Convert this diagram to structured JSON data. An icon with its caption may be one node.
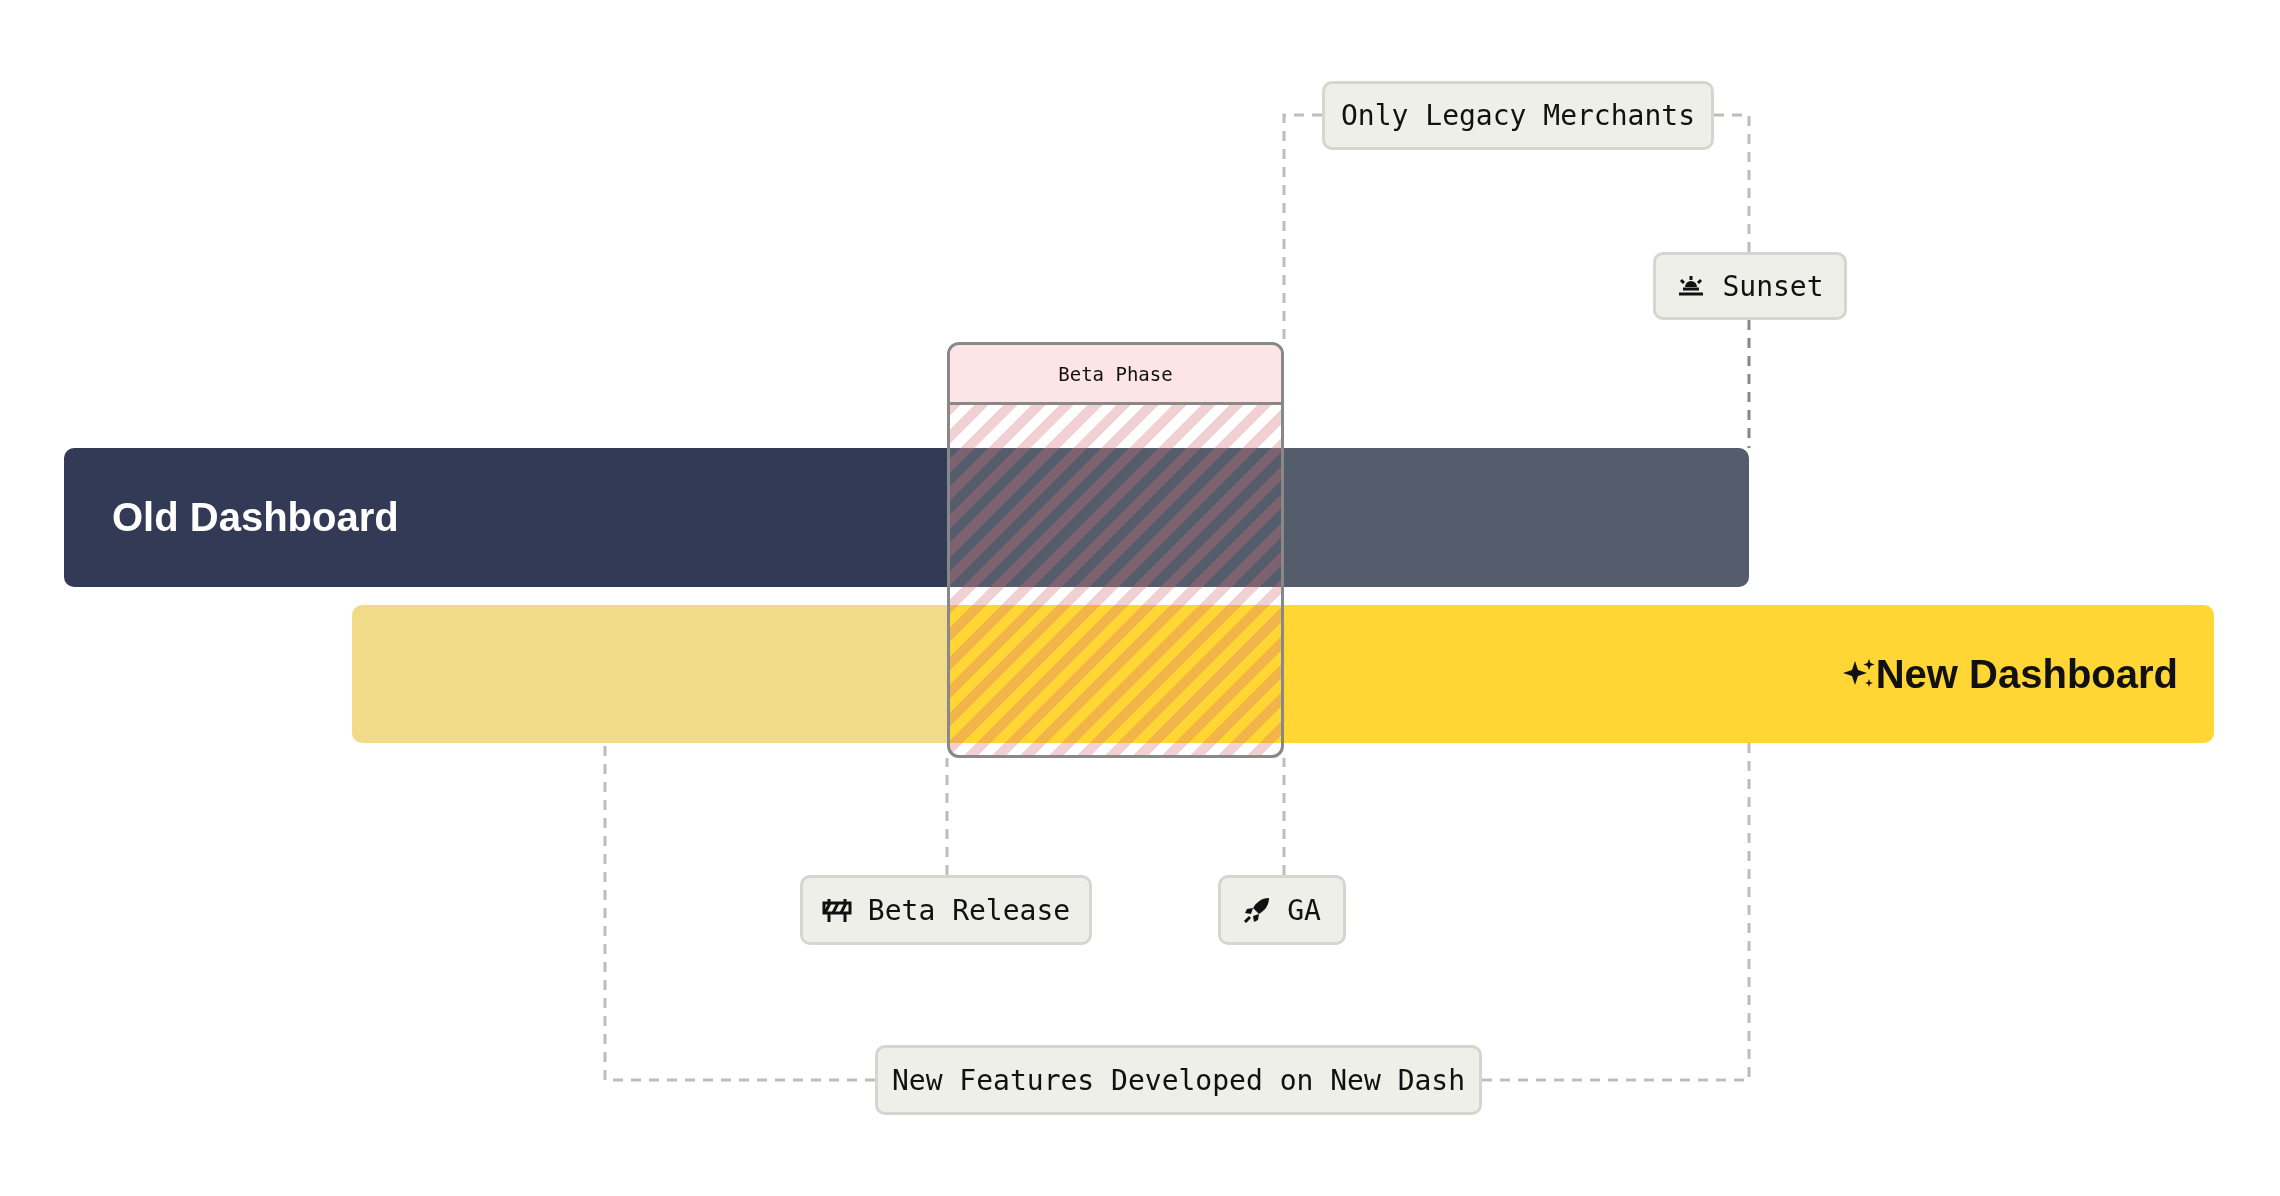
{
  "diagram": {
    "nodes": [
      {
        "text": [
          "Only Legacy Merchants"
        ]
      },
      {
        "text": [
          "Sunset"
        ]
      },
      {
        "text": [
          "Beta Phase"
        ]
      },
      {
        "text": [
          "Old Dashboard"
        ]
      },
      {
        "text": [
          "New Dashboard"
        ]
      },
      {
        "text": [
          "Beta Release"
        ]
      },
      {
        "text": [
          "GA"
        ]
      },
      {
        "text": [
          "New Features Developed on New Dash"
        ]
      }
    ],
    "edges": [
      {
        "from": 0,
        "to": 2,
        "arrow": "none",
        "style": "dashed"
      },
      {
        "from": 0,
        "to": 1,
        "arrow": "none",
        "style": "dashed"
      },
      {
        "from": 1,
        "to": 3,
        "arrow": "none",
        "style": "dashed",
        "color": "#888888"
      },
      {
        "from": 5,
        "to": 2,
        "arrow": "none",
        "style": "dashed"
      },
      {
        "from": 6,
        "to": 2,
        "arrow": "none",
        "style": "dashed"
      },
      {
        "from": 7,
        "to": 4,
        "arrow": "none",
        "style": "dashed"
      },
      {
        "from": 7,
        "to": 4,
        "arrow": "none",
        "style": "dashed"
      }
    ]
  }
}
